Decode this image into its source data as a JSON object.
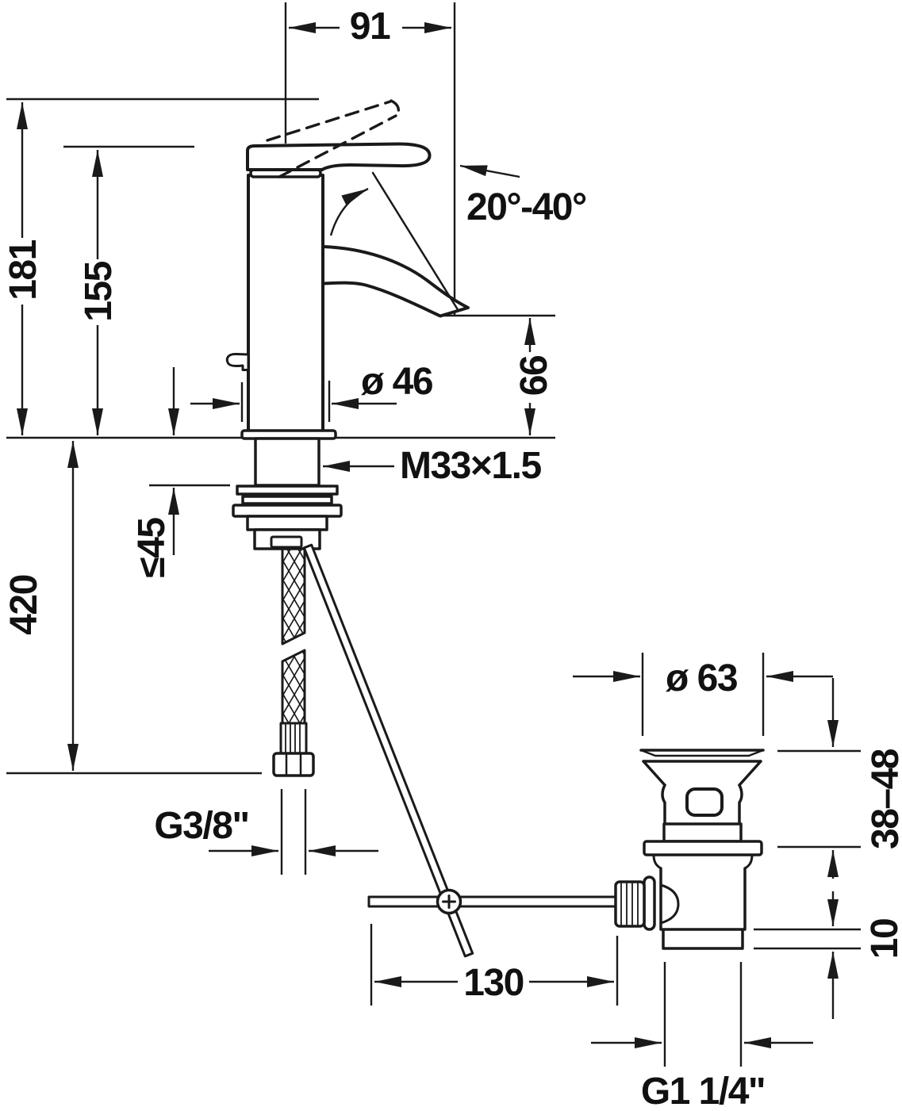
{
  "drawing": {
    "description": "Technical installation drawing of a single-lever basin mixer faucet with flexible supply hose and pop-up waste drain set",
    "background_color": "#ffffff",
    "line_color": "#1a1a1a",
    "labels": {
      "spout_reach": "91",
      "total_height": "181",
      "spout_top_height": "155",
      "handle_angle_range": "20°-40°",
      "body_diameter": "ø 46",
      "outlet_height": "66",
      "mounting_thread": "M33×1.5",
      "max_counter_thickness": "≤45",
      "supply_hose_length": "420",
      "supply_thread": "G3/8\"",
      "waste_flange_diameter": "ø 63",
      "waste_install_range": "38–48",
      "waste_flange_offset": "10",
      "popup_rod_length": "130",
      "waste_thread": "G1 1/4\""
    }
  }
}
